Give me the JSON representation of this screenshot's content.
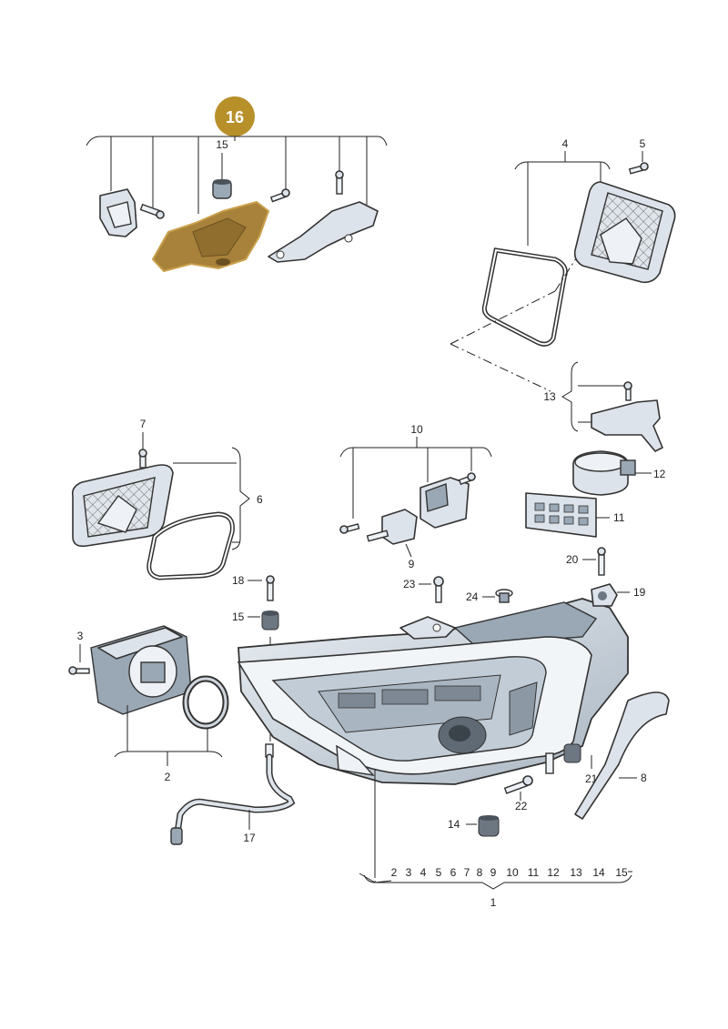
{
  "badge": {
    "label": "16",
    "color": "#b8902a"
  },
  "highlight_color": "#a8823a",
  "callouts": {
    "c1": "1",
    "c2": "2",
    "c3": "3",
    "c4": "4",
    "c5": "5",
    "c6": "6",
    "c7": "7",
    "c8": "8",
    "c9": "9",
    "c10": "10",
    "c11": "11",
    "c12": "12",
    "c13": "13",
    "c14": "14",
    "c15a": "15",
    "c15b": "15",
    "c17": "17",
    "c18": "18",
    "c19": "19",
    "c20": "20",
    "c21": "21",
    "c22": "22",
    "c23": "23",
    "c24": "24"
  },
  "bottom_row": [
    "2",
    "3",
    "4",
    "5",
    "6",
    "7",
    "8",
    "9",
    "10",
    "11",
    "12",
    "13",
    "14",
    "15"
  ]
}
